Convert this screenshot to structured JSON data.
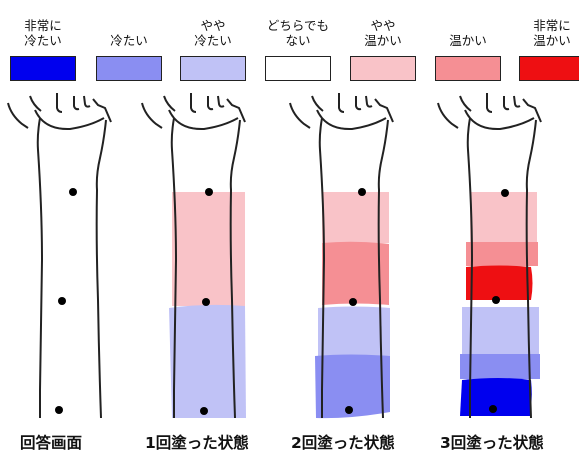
{
  "legend": {
    "items": [
      {
        "label": "非常に\n冷たい",
        "color": "#0000ee"
      },
      {
        "label": "冷たい",
        "color": "#8a8ef2"
      },
      {
        "label": "やや\n冷たい",
        "color": "#c0c2f6"
      },
      {
        "label": "どちらでも\nない",
        "color": "#ffffff"
      },
      {
        "label": "やや\n温かい",
        "color": "#f9c3c8"
      },
      {
        "label": "温かい",
        "color": "#f58f94"
      },
      {
        "label": "非常に\n温かい",
        "color": "#ee0f12"
      }
    ]
  },
  "panels": [
    {
      "caption": "回答画面",
      "bands": []
    },
    {
      "caption": "1回塗った状態",
      "bands": [
        {
          "segment": "upper",
          "level": "やや温かい"
        },
        {
          "segment": "lower",
          "level": "やや冷たい"
        }
      ]
    },
    {
      "caption": "2回塗った状態",
      "bands": [
        {
          "segment": "upper-1",
          "level": "やや温かい"
        },
        {
          "segment": "upper-2",
          "level": "温かい"
        },
        {
          "segment": "lower-1",
          "level": "やや冷たい"
        },
        {
          "segment": "lower-2",
          "level": "冷たい"
        }
      ]
    },
    {
      "caption": "3回塗った状態",
      "bands": [
        {
          "segment": "upper-1",
          "level": "やや温かい"
        },
        {
          "segment": "upper-2",
          "level": "温かい"
        },
        {
          "segment": "upper-3",
          "level": "非常に温かい"
        },
        {
          "segment": "lower-1",
          "level": "やや冷たい"
        },
        {
          "segment": "lower-2",
          "level": "冷たい"
        },
        {
          "segment": "lower-3",
          "level": "非常に冷たい"
        }
      ]
    }
  ]
}
